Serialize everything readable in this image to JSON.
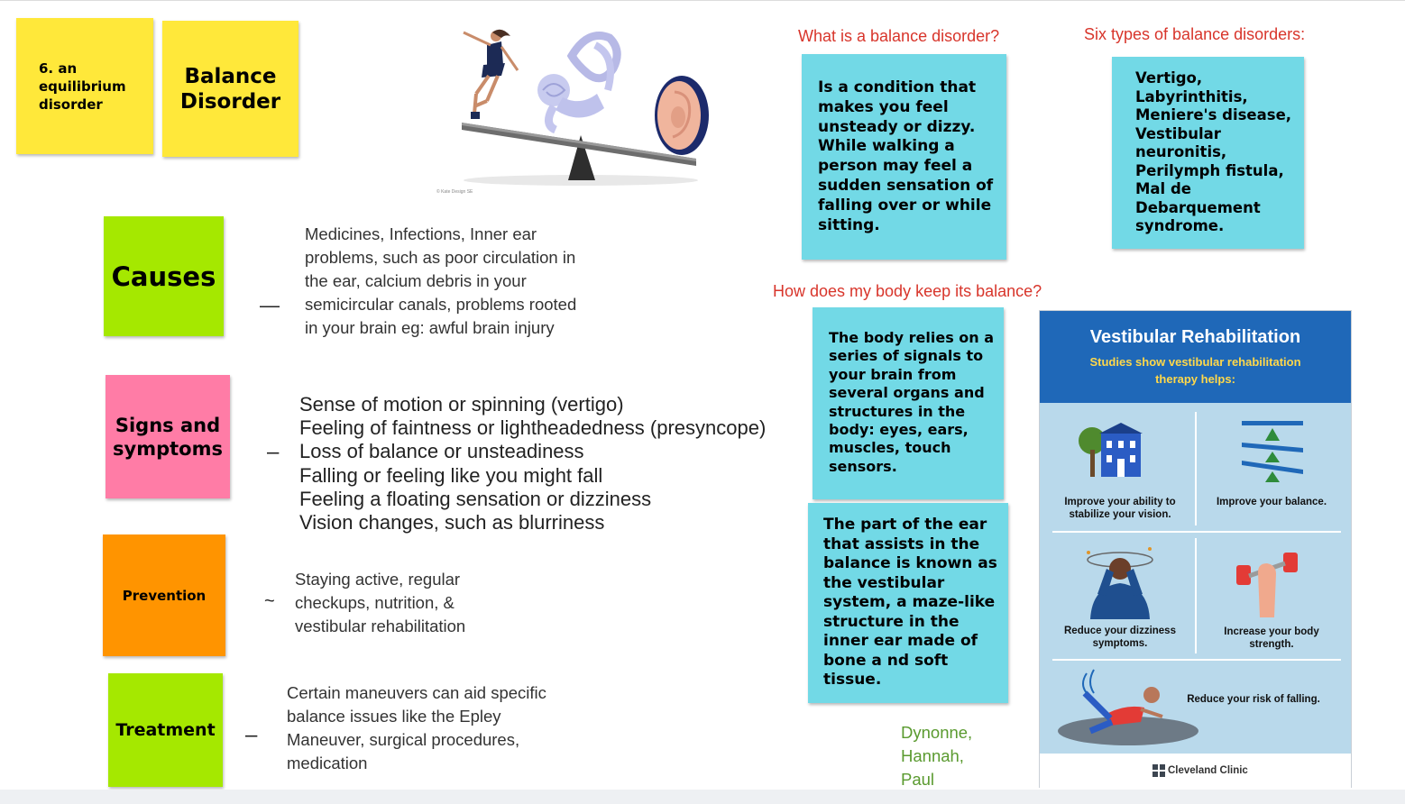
{
  "notes": {
    "number_note": "6. an equilibrium disorder",
    "title_note": "Balance Disorder",
    "causes": "Causes",
    "signs": "Signs and symptoms",
    "prevention": "Prevention",
    "treatment": "Treatment"
  },
  "dashes": {
    "causes": "—",
    "signs": "–",
    "prevention": "~",
    "treatment": "–"
  },
  "descriptions": {
    "causes": "Medicines, Infections, Inner ear\nproblems, such as poor circulation in\nthe ear, calcium debris in your\nsemicircular canals, problems rooted\nin your brain eg: awful brain injury",
    "signs": "Sense of motion or spinning (vertigo)\nFeeling of faintness or lightheadedness (presyncope)\nLoss of balance or unsteadiness\nFalling or feeling like you might fall\nFeeling a floating sensation or dizziness\nVision changes, such as blurriness",
    "prevention": "Staying active, regular\ncheckups, nutrition, &\nvestibular rehabilitation",
    "treatment": "Certain maneuvers can aid specific\nbalance issues like the Epley\nManeuver, surgical procedures,\nmedication"
  },
  "questions": {
    "what": "What is a balance disorder?",
    "types": "Six types of balance disorders:",
    "how": "How does my body keep its balance?"
  },
  "answers": {
    "what": "Is a condition that makes you feel unsteady or dizzy. While walking a person may feel a sudden sensation of falling over or while sitting.",
    "types": "Vertigo,\nLabyrinthitis,\nMeniere's disease,\nVestibular\nneuronitis,\nPerilymph fistula,\nMal de\nDebarquement\nsyndrome.",
    "how": "The body relies on a series of signals to your brain from several organs and structures in the body: eyes, ears, muscles, touch sensors.",
    "ear": "The part of the ear that assists in the balance is known as the vestibular system, a maze-like structure in the inner ear made of bone a nd soft tissue."
  },
  "authors": "Dynonne,\nHannah,\nPaul",
  "illustration": {
    "credit": "© Kate Design SE",
    "icon": "seesaw-inner-ear-illustration"
  },
  "infographic": {
    "title": "Vestibular Rehabilitation",
    "subtitle": "Studies show vestibular rehabilitation therapy helps:",
    "benefits": [
      "Improve your ability to stabilize your vision.",
      "Improve your balance.",
      "Reduce your dizziness symptoms.",
      "Increase your body strength.",
      "Reduce your risk of falling."
    ],
    "brand": "Cleveland Clinic"
  },
  "colors": {
    "yellow": "#ffe83a",
    "lime": "#a5e800",
    "pink": "#ff7ca6",
    "orange": "#ff9400",
    "cyan": "#72d9e6",
    "question_red": "#d8352b",
    "author_green": "#5a9a2f",
    "infographic_blue": "#1f68b8",
    "infographic_bg": "#b9d9eb"
  }
}
